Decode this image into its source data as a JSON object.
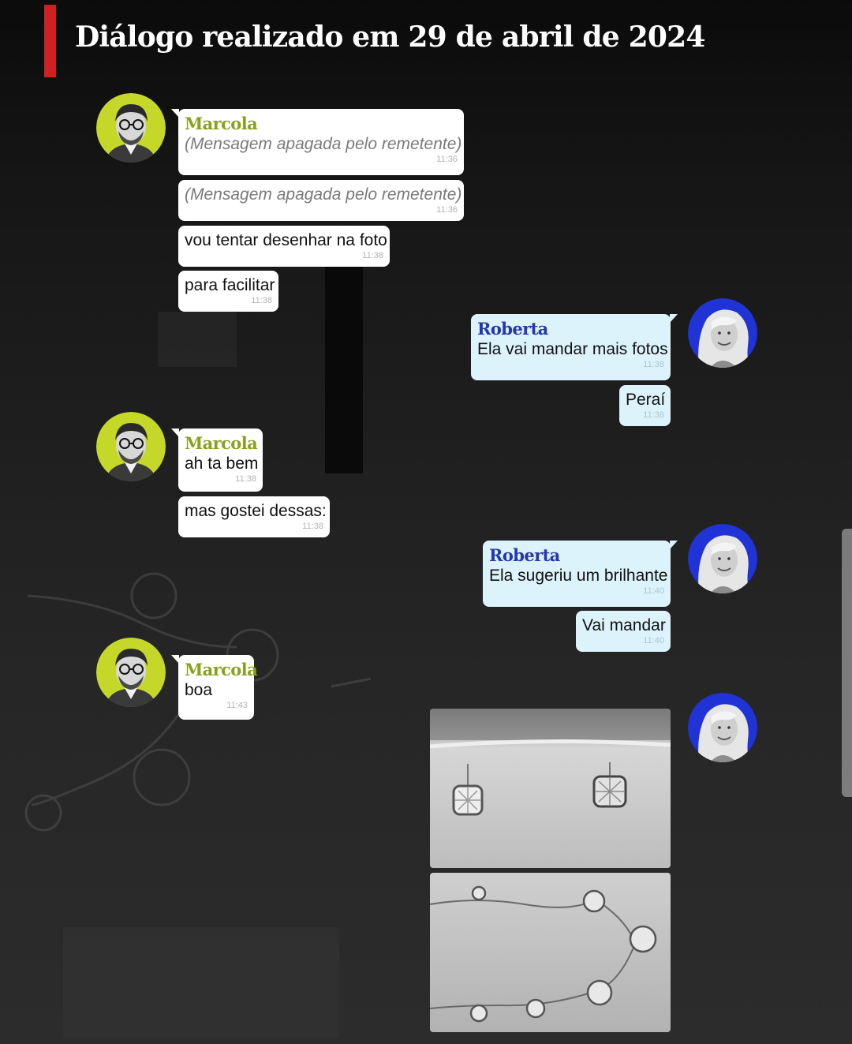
{
  "header": {
    "title": "Diálogo realizado em 29 de abril de 2024"
  },
  "colors": {
    "accent_red": "#d0201f",
    "marcola_name": "#8aa11d",
    "roberta_name": "#2638a8",
    "incoming_bubble": "#ffffff",
    "outgoing_bubble": "#dcf3fb",
    "marcola_avatar_ring": "#c5d82a",
    "roberta_avatar_ring": "#1f33d6"
  },
  "participants": {
    "marcola": {
      "name": "Marcola",
      "avatar_icon": "man-with-glasses-avatar"
    },
    "roberta": {
      "name": "Roberta",
      "avatar_icon": "blonde-woman-avatar"
    }
  },
  "messages": {
    "m1": {
      "sender": "Marcola",
      "text": "(Mensagem apagada pelo remetente)",
      "time": "11:36"
    },
    "m2": {
      "text": "(Mensagem apagada pelo remetente)",
      "time": "11:36"
    },
    "m3": {
      "text": "vou tentar desenhar na foto",
      "time": "11:38"
    },
    "m4": {
      "text": "para facilitar",
      "time": "11:38"
    },
    "r1": {
      "sender": "Roberta",
      "text": "Ela vai mandar mais fotos",
      "time": "11:38"
    },
    "r2": {
      "text": "Peraí",
      "time": "11:38"
    },
    "m5": {
      "sender": "Marcola",
      "text": "ah ta bem",
      "time": "11:38"
    },
    "m6": {
      "text": "mas gostei dessas:",
      "time": "11:38"
    },
    "r3": {
      "sender": "Roberta",
      "text": "Ela sugeriu um brilhante",
      "time": "11:40"
    },
    "r4": {
      "text": "Vai mandar",
      "time": "11:40"
    },
    "m7": {
      "sender": "Marcola",
      "text": "boa",
      "time": "11:43"
    }
  },
  "attachments": [
    {
      "kind": "photo",
      "subject": "diamond-stud-earrings"
    },
    {
      "kind": "photo",
      "subject": "diamond-drop-necklace"
    }
  ]
}
